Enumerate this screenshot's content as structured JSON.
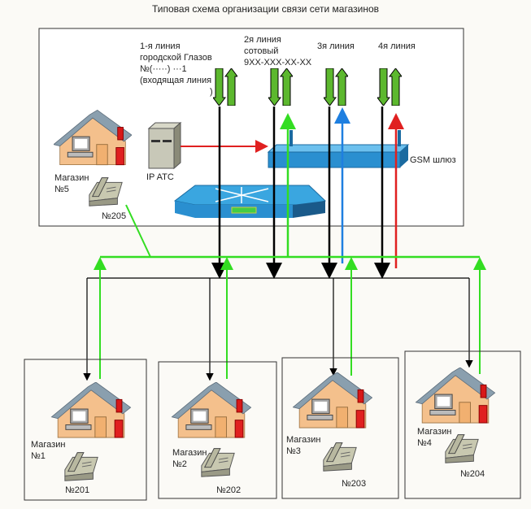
{
  "title": "Типовая схема организации связи сети магазинов",
  "lines": {
    "line1": [
      "1-я линия",
      "городской Глазов",
      "№(·····) ···1",
      "(входящая линия",
      ")"
    ],
    "line2": [
      "2я линия",
      "сотовый",
      "9XX-XXX-XX-XX"
    ],
    "line3": "3я линия",
    "line4": "4я линия"
  },
  "devices": {
    "ip_pbx": "IP ATC",
    "gsm_gateway": "GSM шлюз"
  },
  "shops": [
    {
      "name": "Магазин",
      "number": "№5",
      "phone": "№205"
    },
    {
      "name": "Магазин",
      "number": "№1",
      "phone": "№201"
    },
    {
      "name": "Магазин",
      "number": "№2",
      "phone": "№202"
    },
    {
      "name": "Магазин",
      "number": "№3",
      "phone": "№203"
    },
    {
      "name": "Магазин",
      "number": "№4",
      "phone": "№204"
    }
  ],
  "colors": {
    "green_link": "#33dd22",
    "black_link": "#000000",
    "blue_link": "#1e7fe0",
    "red_link": "#e02020",
    "device_blue": "#2a8fd0"
  }
}
